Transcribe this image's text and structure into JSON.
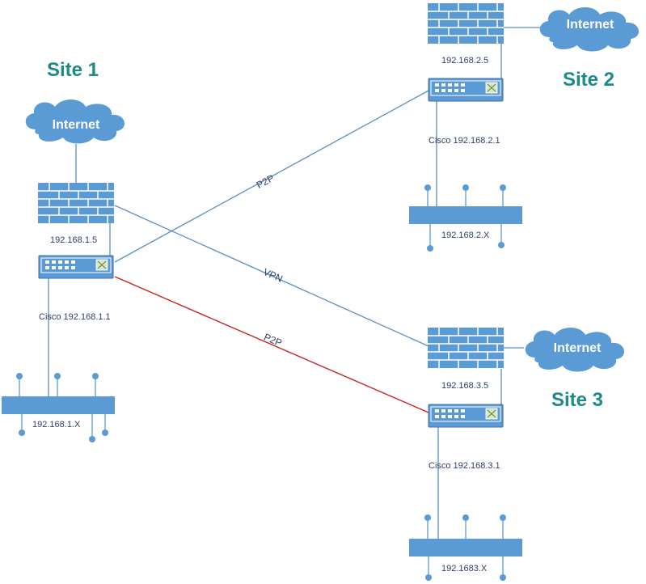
{
  "sites": [
    {
      "id": "site1",
      "title": "Site 1",
      "cloud_label": "Internet",
      "firewall_ip": "192.168.1.5",
      "switch_label": "Cisco 192.168.1.1",
      "lan_label": "192.168.1.X"
    },
    {
      "id": "site2",
      "title": "Site 2",
      "cloud_label": "Internet",
      "firewall_ip": "192.168.2.5",
      "switch_label": "Cisco 192.168.2.1",
      "lan_label": "192.168.2.X"
    },
    {
      "id": "site3",
      "title": "Site 3",
      "cloud_label": "Internet",
      "firewall_ip": "192.168.3.5",
      "switch_label": "Cisco 192.168.3.1",
      "lan_label": "192.1683.X"
    }
  ],
  "links": [
    {
      "id": "p2p-site1-site2",
      "label": "P2P",
      "color": "#5b8fc4"
    },
    {
      "id": "vpn-site1-site3",
      "label": "VPN",
      "color": "#5b8fc4"
    },
    {
      "id": "p2p-site1-site3",
      "label": "P2P",
      "color": "#c8231f"
    }
  ],
  "colors": {
    "device": "#5b9bd5",
    "site_title": "#1a8a8a",
    "label_text": "#2f3f6b",
    "wire": "#5b8fc4",
    "wire_highlight": "#c8231f"
  },
  "icons": {
    "cloud": "cloud-icon",
    "firewall": "firewall-icon",
    "switch": "switch-icon",
    "hub": "hub-icon"
  }
}
